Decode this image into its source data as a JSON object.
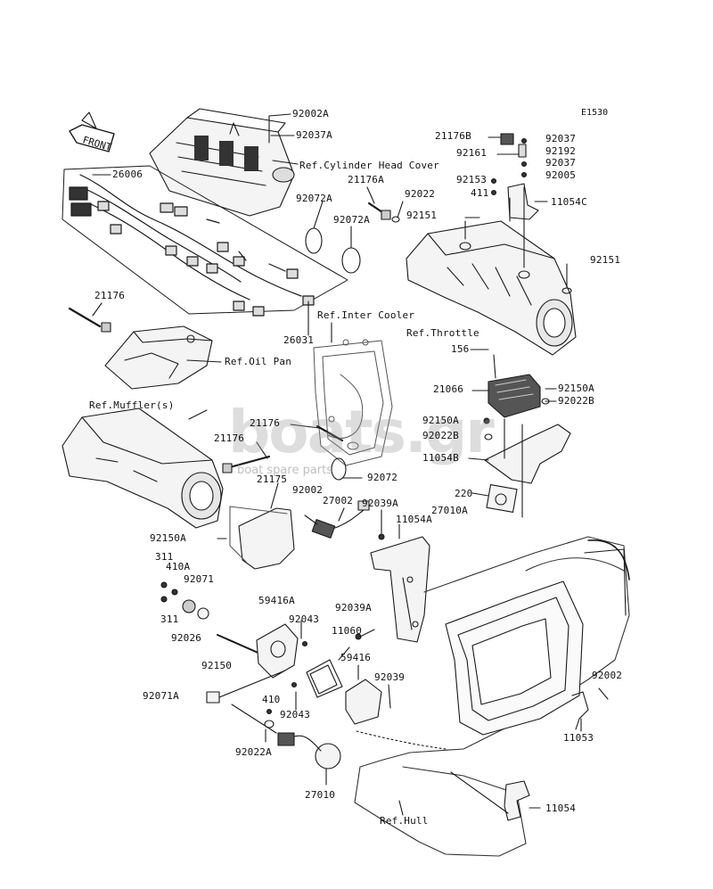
{
  "diagram_code": "E1530",
  "watermark": {
    "brand": "boats.gr",
    "tagline": "boat spare parts"
  },
  "front_tag": "FRONT",
  "colors": {
    "line": "#1a1a1a",
    "fill": "#f1f1f1",
    "shade": "#bdbdbd",
    "watermark": "#9a9a9a"
  },
  "refs": {
    "cylinder_head_cover": "Ref.Cylinder Head Cover",
    "inter_cooler": "Ref.Inter Cooler",
    "throttle": "Ref.Throttle",
    "oil_pan": "Ref.Oil Pan",
    "mufflers": "Ref.Muffler(s)",
    "hull": "Ref.Hull"
  },
  "parts": {
    "p92002A": "92002A",
    "p92037A": "92037A",
    "p26006": "26006",
    "p21176A": "21176A",
    "p92022": "92022",
    "p92072A_1": "92072A",
    "p92072A_2": "92072A",
    "p21176B": "21176B",
    "p92037_1": "92037",
    "p92161": "92161",
    "p92192": "92192",
    "p92037_2": "92037",
    "p92153": "92153",
    "p92005": "92005",
    "p411": "411",
    "p11054C": "11054C",
    "p92151_1": "92151",
    "p92151_2": "92151",
    "p21176": "21176",
    "p26031": "26031",
    "p156": "156",
    "p21066": "21066",
    "p92150A_1": "92150A",
    "p92022B_1": "92022B",
    "p92150A_2": "92150A",
    "p92022B_2": "92022B",
    "p11054B": "11054B",
    "p21176_2": "21176",
    "p21176_3": "21176",
    "p92072": "92072",
    "p21175": "21175",
    "p220": "220",
    "p27010A": "27010A",
    "p92002_1": "92002",
    "p27002": "27002",
    "p92039A_1": "92039A",
    "p11054A": "11054A",
    "p92150A_3": "92150A",
    "p311_1": "311",
    "p410A": "410A",
    "p92071": "92071",
    "p311_2": "311",
    "p92026": "92026",
    "p92039A_2": "92039A",
    "p59416A": "59416A",
    "p92043_1": "92043",
    "p11060": "11060",
    "p92150": "92150",
    "p59416": "59416",
    "p92039": "92039",
    "p92071A": "92071A",
    "p92043_2": "92043",
    "p410": "410",
    "p92022A": "92022A",
    "p27010": "27010",
    "p92002_2": "92002",
    "p11053": "11053",
    "p11054": "11054"
  }
}
